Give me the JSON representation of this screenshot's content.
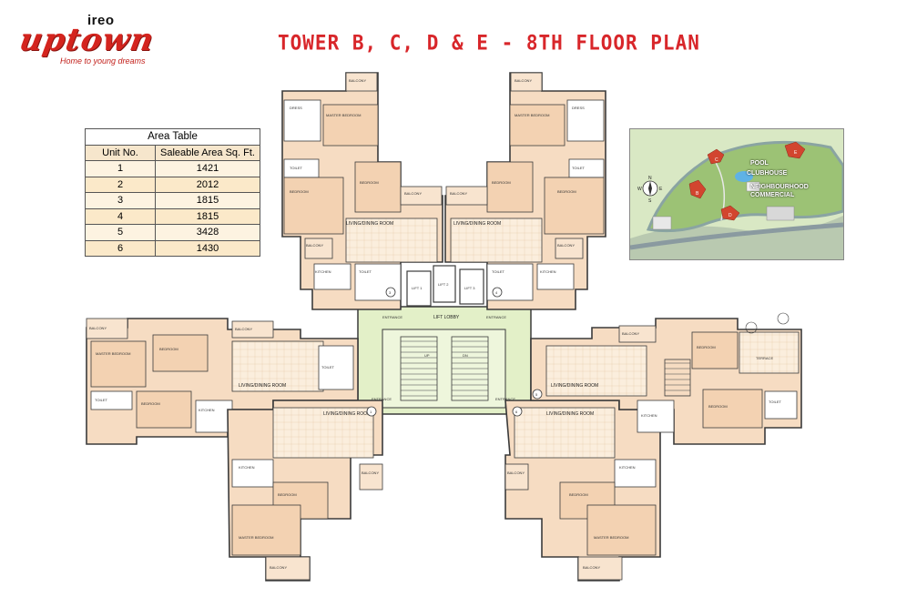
{
  "header": {
    "brand_small": "ireo",
    "brand_main": "uptown",
    "tagline": "Home to young dreams",
    "title": "TOWER B, C, D & E - 8TH FLOOR PLAN"
  },
  "area_table": {
    "caption": "Area Table",
    "columns": [
      "Unit No.",
      "Saleable Area Sq. Ft."
    ],
    "rows": [
      {
        "unit": "1",
        "area": "1421"
      },
      {
        "unit": "2",
        "area": "2012"
      },
      {
        "unit": "3",
        "area": "1815"
      },
      {
        "unit": "4",
        "area": "1815"
      },
      {
        "unit": "5",
        "area": "3428"
      },
      {
        "unit": "6",
        "area": "1430"
      }
    ]
  },
  "site_map": {
    "labels": {
      "pool": "POOL",
      "clubhouse": "CLUBHOUSE",
      "neighbourhood": "NEIGHBOURHOOD",
      "commercial": "COMMERCIAL",
      "compass_n": "N",
      "compass_s": "S",
      "compass_e": "E",
      "compass_w": "W"
    },
    "towers": [
      "B",
      "C",
      "D",
      "E"
    ]
  },
  "plan": {
    "core": {
      "lift_lobby": "LIFT LOBBY",
      "lift1": "LIFT 1",
      "lift2": "LIFT 2",
      "lift3": "LIFT 3",
      "entrance": "ENTRANCE"
    },
    "rooms": {
      "living_dining": "LIVING/DINING ROOM",
      "master_bedroom": "MASTER BEDROOM",
      "bedroom": "BEDROOM",
      "balcony": "BALCONY",
      "kitchen": "KITCHEN",
      "toilet": "TOILET",
      "dress": "DRESS",
      "terrace": "TERRACE",
      "up": "UP",
      "dn": "DN"
    },
    "unit_numbers": [
      "1",
      "2",
      "3",
      "4",
      "5",
      "6"
    ]
  },
  "colors": {
    "title_red": "#d8262a",
    "unit_fill": "#f6dcc2",
    "core_fill": "#e3f0c8",
    "wall": "#3b3b3b"
  }
}
